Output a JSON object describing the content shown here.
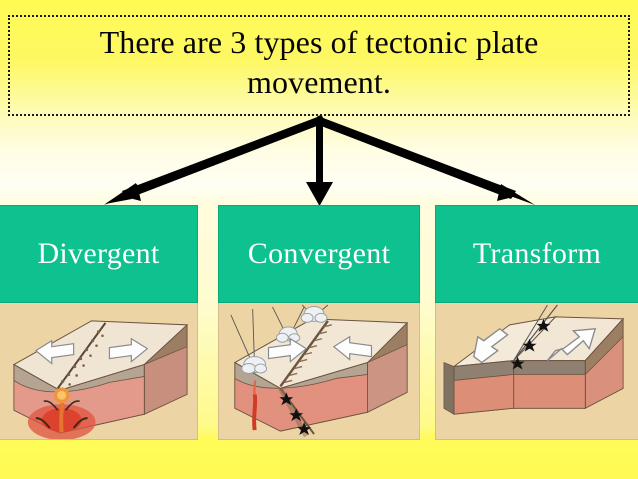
{
  "slide": {
    "background_top_color": "#fffb54",
    "background_mid_color": "#fffef4",
    "background_bottom_color": "#fffb54"
  },
  "title": {
    "text": "There are 3 types of tectonic plate movement.",
    "border_style": "dotted",
    "text_color": "#050505"
  },
  "arrows": {
    "count": 3,
    "color": "#000000",
    "origin_label": "title-box-bottom-center",
    "targets": [
      "Divergent",
      "Convergent",
      "Transform"
    ],
    "left_arrow_name": "arrow-to-divergent",
    "center_arrow_name": "arrow-to-convergent",
    "right_arrow_name": "arrow-to-transform"
  },
  "accent": {
    "label_box_color": "#0ec28f",
    "label_text_color": "#ffffff",
    "panel_background": "#efd9a8"
  },
  "columns": [
    {
      "id": "divergent",
      "label": "Divergent",
      "diagram_alt": "Block diagram of two plates moving apart with red magma rising at the rift",
      "arrow_directions": [
        "left",
        "right"
      ],
      "features": [
        "rift ridge",
        "magma plume",
        "white divergence arrows"
      ]
    },
    {
      "id": "convergent",
      "label": "Convergent",
      "diagram_alt": "Block diagram of two plates colliding forming a mountain range with volcanoes and earthquake stars",
      "arrow_directions": [
        "right",
        "left"
      ],
      "features": [
        "mountain range",
        "volcanoes",
        "subduction zone",
        "earthquake stars"
      ]
    },
    {
      "id": "transform",
      "label": "Transform",
      "diagram_alt": "Block diagram of two plates sliding past each other along a fault with earthquake stars",
      "arrow_directions": [
        "down-left",
        "up-right"
      ],
      "features": [
        "strike-slip fault",
        "offset blocks",
        "earthquake stars"
      ]
    }
  ]
}
